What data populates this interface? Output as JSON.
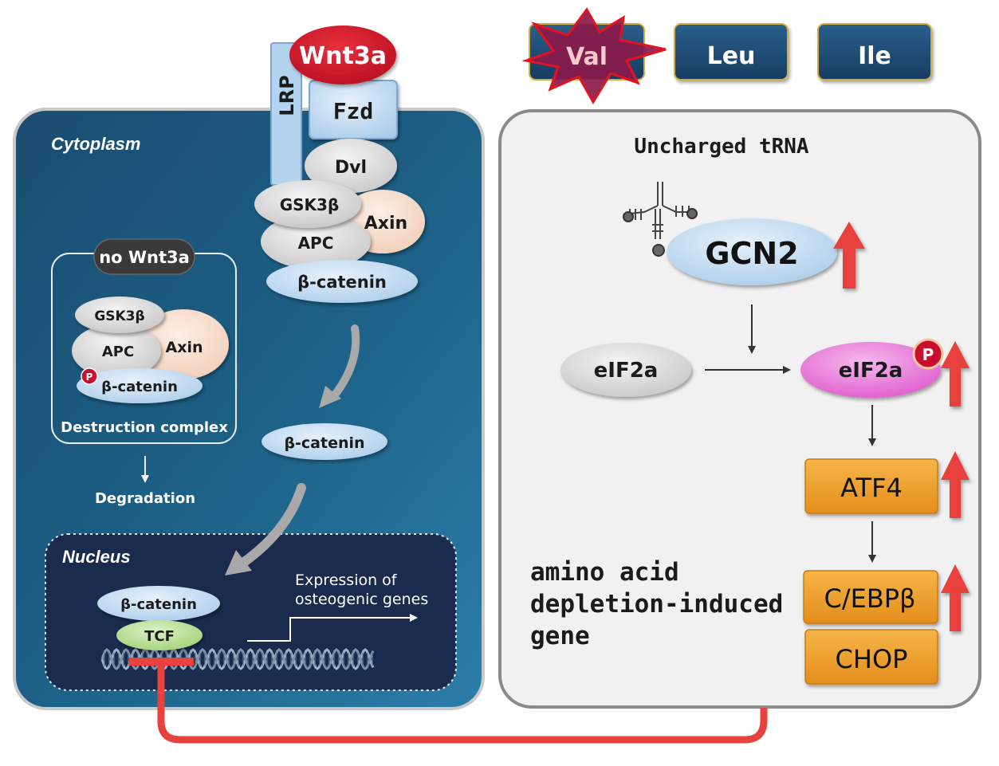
{
  "amino_acids": [
    "Val",
    "Leu",
    "Ile"
  ],
  "cytoplasm": {
    "title": "Cytoplasm",
    "receptor": {
      "ligand": "Wnt3a",
      "coreceptor": "LRP",
      "receptor": "Fzd"
    },
    "complex": [
      "Dvl",
      "GSK3β",
      "Axin",
      "APC",
      "β-catenin"
    ],
    "released": "β-catenin",
    "destruction": {
      "badge": "no Wnt3a",
      "gsk": "GSK3β",
      "apc": "APC",
      "axin": "Axin",
      "phospho": "P",
      "bcat": "β-catenin",
      "label": "Destruction complex",
      "outcome": "Degradation"
    }
  },
  "nucleus": {
    "title": "Nucleus",
    "bcat": "β-catenin",
    "tcf": "TCF",
    "expression_line1": "Expression of",
    "expression_line2": "osteogenic genes"
  },
  "stress": {
    "trna": "Uncharged tRNA",
    "gcn2": "GCN2",
    "eif_in": "eIF2a",
    "eif_out": "eIF2a",
    "phospho": "P",
    "atf4": "ATF4",
    "cebp": "C/EBPβ",
    "chop": "CHOP",
    "label_line1": "amino acid",
    "label_line2": "depletion-induced",
    "label_line3": "gene"
  },
  "colors": {
    "cytoplasm_bg": "#1d5f86",
    "nucleus_bg": "#1a2b4e",
    "right_panel_bg": "#f2f2f2",
    "inhibition_red": "#e8413e",
    "wnt_red": "#c8102e",
    "protein_blue": "#b4d3ee",
    "protein_gray": "#d6d6d6",
    "axin_peach": "#f6dccb",
    "tcf_green": "#b5dc8e",
    "eif_pink": "#e86fd8",
    "tf_orange": "#f0a030",
    "aa_box_navy": "#1e4e78"
  }
}
